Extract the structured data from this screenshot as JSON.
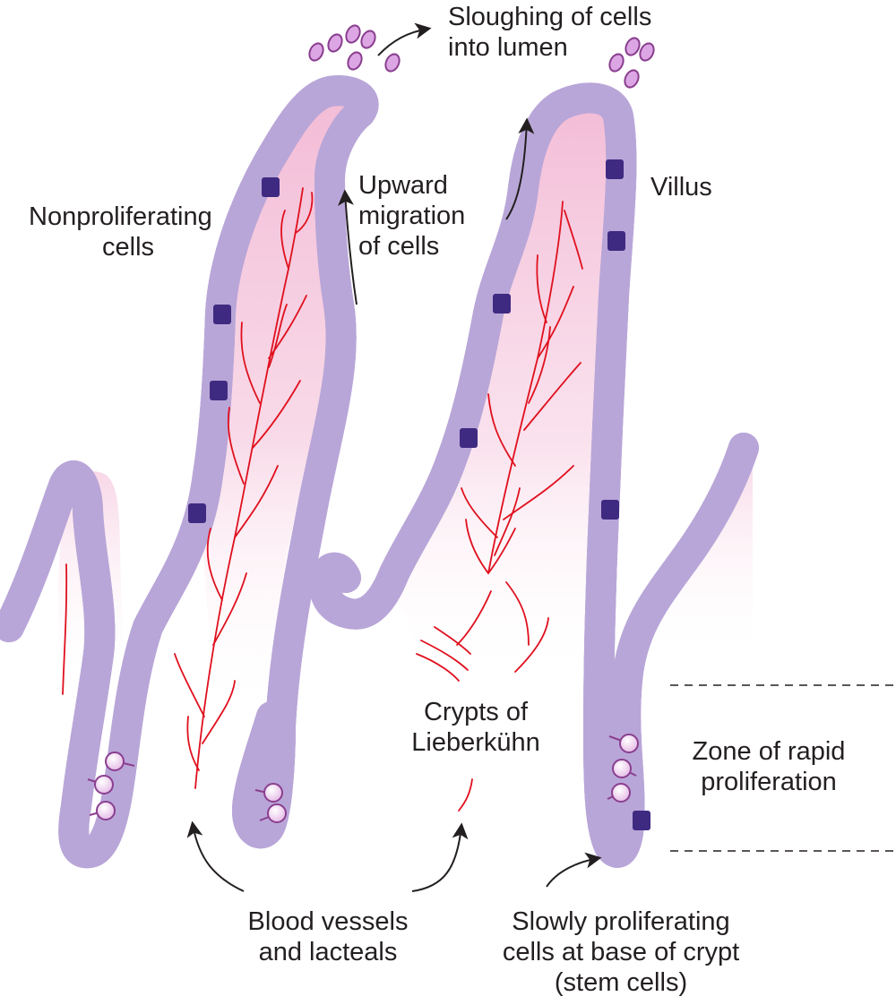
{
  "labels": {
    "sloughing": [
      "Sloughing of cells",
      "into lumen"
    ],
    "villus": "Villus",
    "nonproliferating": [
      "Nonproliferating",
      "cells"
    ],
    "upward_migration": [
      "Upward",
      "migration",
      "of cells"
    ],
    "crypts": [
      "Crypts of",
      "Lieberkühn"
    ],
    "zone_rapid": [
      "Zone of rapid",
      "proliferation"
    ],
    "blood_vessels": [
      "Blood vessels",
      "and lacteals"
    ],
    "stem_cells": [
      "Slowly proliferating",
      "cells at base of crypt",
      "(stem cells)"
    ]
  },
  "colors": {
    "epithelium_outer": "#b9a6d8",
    "epithelium_core": "#7b5fb8",
    "nuclei": "#3f2a82",
    "lamina_propria": "#f2b8d4",
    "vessels": "#e0101e",
    "cells_light": "#f3dcf3",
    "cells_edge": "#8a3f8f",
    "arrows": "#231f20"
  }
}
